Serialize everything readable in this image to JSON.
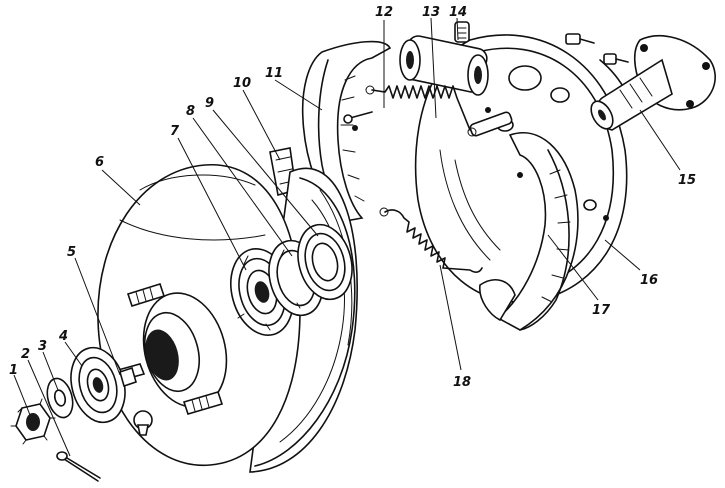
{
  "callouts": [
    {
      "id": "1",
      "text": "1"
    },
    {
      "id": "2",
      "text": "2"
    },
    {
      "id": "3",
      "text": "3"
    },
    {
      "id": "4",
      "text": "4"
    },
    {
      "id": "5",
      "text": "5"
    },
    {
      "id": "6",
      "text": "6"
    },
    {
      "id": "7",
      "text": "7"
    },
    {
      "id": "8",
      "text": "8"
    },
    {
      "id": "9",
      "text": "9"
    },
    {
      "id": "10",
      "text": "10"
    },
    {
      "id": "11",
      "text": "11"
    },
    {
      "id": "12",
      "text": "12"
    },
    {
      "id": "13",
      "text": "13"
    },
    {
      "id": "14",
      "text": "14"
    },
    {
      "id": "15",
      "text": "15"
    },
    {
      "id": "16",
      "text": "16"
    },
    {
      "id": "17",
      "text": "17"
    },
    {
      "id": "18",
      "text": "18"
    }
  ],
  "colors": {
    "ink": "#111111",
    "paper": "#ffffff"
  }
}
